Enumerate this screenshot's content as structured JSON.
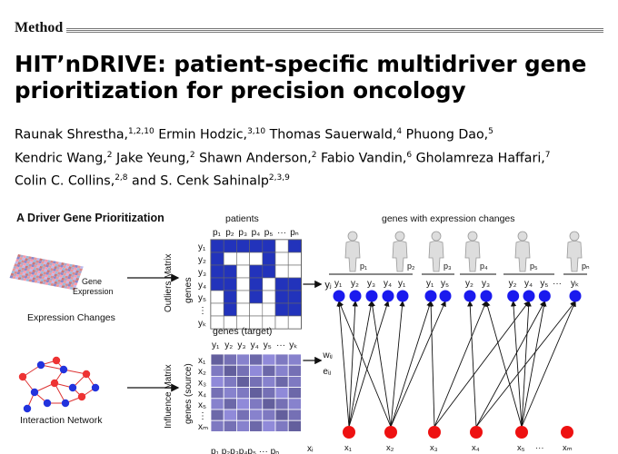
{
  "section": "Method",
  "title_line1": "HIT’nDRIVE: patient-specific multidriver gene",
  "title_line2": "prioritization for precision oncology",
  "authors": [
    {
      "name": "Raunak Shrestha,",
      "aff": "1,2,10"
    },
    {
      "name": " Ermin Hodzic,",
      "aff": "3,10"
    },
    {
      "name": " Thomas Sauerwald,",
      "aff": "4"
    },
    {
      "name": " Phuong Dao,",
      "aff": "5"
    },
    {
      "name": "Kendric Wang,",
      "aff": "2"
    },
    {
      "name": " Jake Yeung,",
      "aff": "2"
    },
    {
      "name": " Shawn Anderson,",
      "aff": "2"
    },
    {
      "name": " Fabio Vandin,",
      "aff": "6"
    },
    {
      "name": " Gholamreza Haffari,",
      "aff": "7"
    },
    {
      "name": "Colin C. Collins,",
      "aff": "2,8"
    },
    {
      "name": " and S. Cenk Sahinalp",
      "aff": "2,3,9"
    }
  ],
  "figure": {
    "panel_label": "A  Driver Gene Prioritization",
    "gene_expression_label": [
      "Gene",
      "Expression"
    ],
    "expression_changes_label": "Expression Changes",
    "interaction_network_label": "Interaction Network",
    "outliers_matrix_label": "Outliers Matrix",
    "influence_matrix_label": "Influence Matrix",
    "patients_label": "patients",
    "genes_label": "genes",
    "genes_source_label": "genes (source)",
    "genes_target_label": "genes (target)",
    "patients_columns": [
      "p₁",
      "p₂",
      "p₃",
      "p₄",
      "p₅",
      "···",
      "pₙ"
    ],
    "outlier_rows": [
      "y₁",
      "y₂",
      "y₃",
      "y₄",
      "y₅",
      "⋮",
      "yₖ"
    ],
    "outlier_fill": [
      [
        1,
        1,
        1,
        1,
        1,
        0,
        1
      ],
      [
        1,
        0,
        0,
        0,
        1,
        0,
        0
      ],
      [
        1,
        1,
        0,
        1,
        1,
        0,
        0
      ],
      [
        1,
        1,
        0,
        1,
        0,
        1,
        1
      ],
      [
        0,
        1,
        0,
        1,
        0,
        1,
        1
      ],
      [
        0,
        1,
        0,
        0,
        0,
        1,
        1
      ],
      [
        0,
        0,
        0,
        0,
        0,
        0,
        0
      ]
    ],
    "influence_columns": [
      "y₁",
      "y₂",
      "y₃",
      "y₄",
      "y₅",
      "···",
      "yₖ"
    ],
    "influence_rows": [
      "x₁",
      "x₂",
      "x₃",
      "x₄",
      "x₅",
      "⋮",
      "xₘ"
    ],
    "influence_levels": [
      [
        0.9,
        0.7,
        0.5,
        0.8,
        0.4,
        0.6,
        0.5
      ],
      [
        0.6,
        0.9,
        0.7,
        0.4,
        0.8,
        0.5,
        0.7
      ],
      [
        0.4,
        0.6,
        0.9,
        0.7,
        0.5,
        0.8,
        0.6
      ],
      [
        0.7,
        0.5,
        0.6,
        0.9,
        0.7,
        0.4,
        0.8
      ],
      [
        0.5,
        0.8,
        0.4,
        0.6,
        0.9,
        0.7,
        0.5
      ],
      [
        0.8,
        0.4,
        0.7,
        0.5,
        0.6,
        0.9,
        0.7
      ],
      [
        0.6,
        0.7,
        0.5,
        0.8,
        0.4,
        0.6,
        0.9
      ]
    ],
    "yi_label": "yⱼ",
    "wij_label": "wᵢⱼ",
    "eij_label": "eᵢⱼ",
    "xi_label": "xᵢ",
    "bottom_axis_label": "p₁ p₂p₃p₄p₅ ··· pₙ",
    "genes_with_expression_changes": "genes with expression changes",
    "person_labels": [
      "p₁",
      "p₂",
      "p₃",
      "p₄",
      "p₅",
      "pₙ"
    ],
    "gene_groups": [
      [
        "y₁",
        "y₂",
        "y₃",
        "y₄"
      ],
      [
        "y₁"
      ],
      [
        "y₁",
        "y₅"
      ],
      [
        "y₂",
        "y₃"
      ],
      [
        "y₂",
        "y₄",
        "y₅"
      ],
      [
        "yₖ"
      ]
    ],
    "ellipsis": "···",
    "x_nodes": [
      "x₁",
      "x₂",
      "x₃",
      "x₄",
      "x₅",
      "···",
      "xₘ"
    ],
    "colors": {
      "blue": "#1a1aee",
      "red": "#ee1111",
      "matrix_blue": "#2222aa"
    }
  }
}
